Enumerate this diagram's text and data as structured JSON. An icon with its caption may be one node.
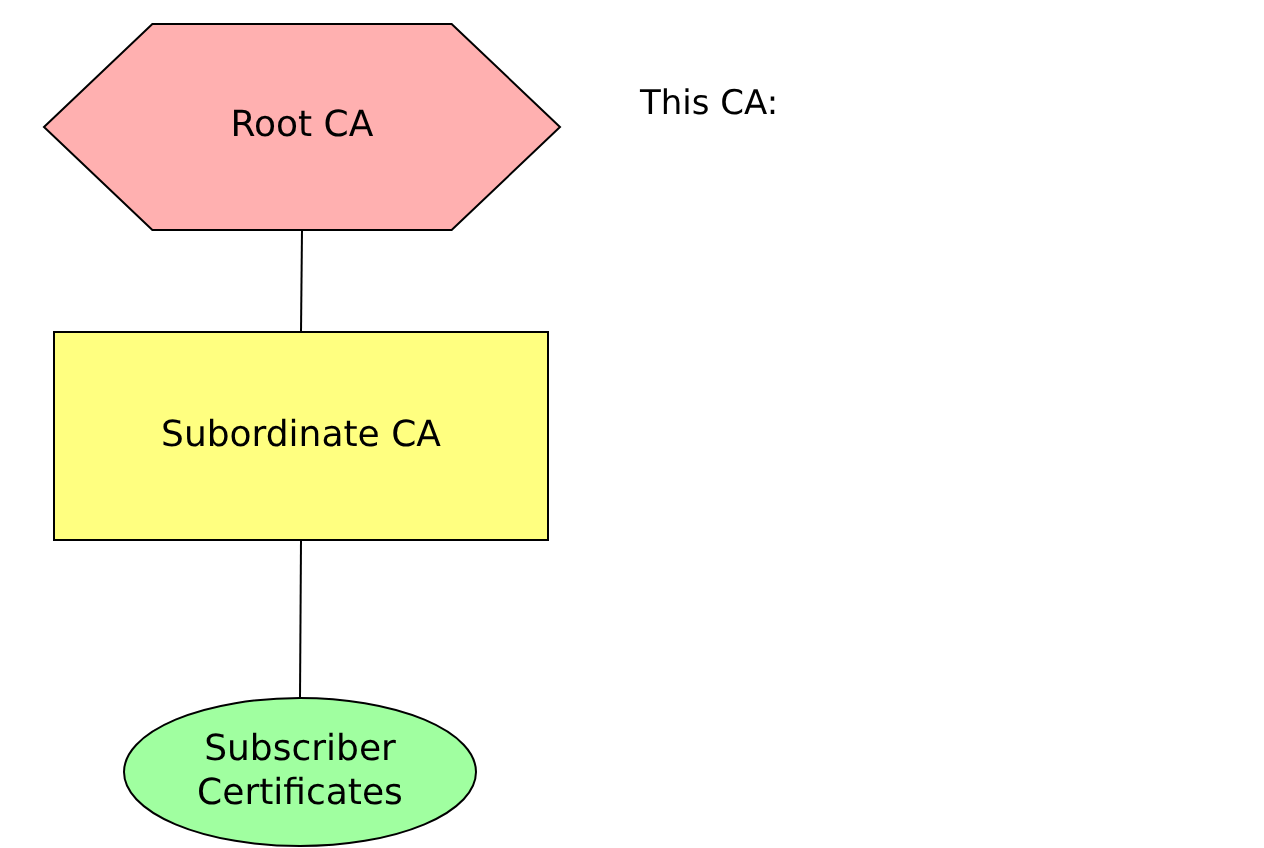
{
  "diagram": {
    "nodes": [
      {
        "text": [
          "Root CA"
        ]
      },
      {
        "text": [
          "Subordinate CA"
        ]
      },
      {
        "text": [
          "Subscriber Certificates"
        ]
      }
    ],
    "edges": [
      {
        "from": 0,
        "to": 1,
        "arrow": "none"
      },
      {
        "from": 1,
        "to": 2,
        "arrow": "none"
      }
    ],
    "labels": [
      "This CA:"
    ]
  }
}
